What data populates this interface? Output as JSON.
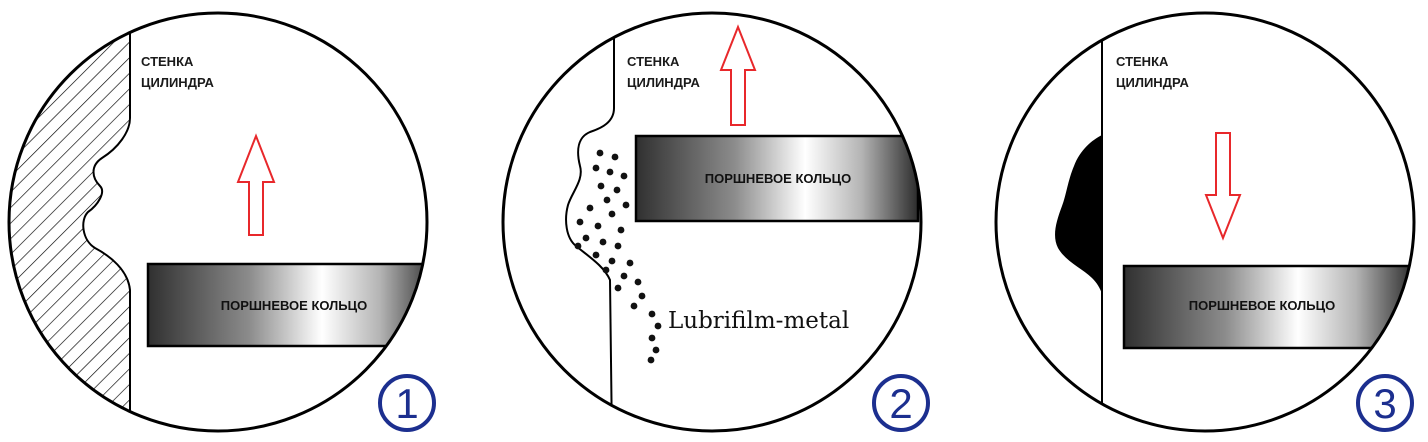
{
  "panels": [
    {
      "wall_label_line1": "СТЕНКА",
      "wall_label_line2": "ЦИЛИНДРА",
      "ring_label": "ПОРШНЕВОЕ КОЛЬЦО",
      "step": "1"
    },
    {
      "wall_label_line1": "СТЕНКА",
      "wall_label_line2": "ЦИЛИНДРА",
      "ring_label": "ПОРШНЕВОЕ КОЛЬЦО",
      "step": "2",
      "film_label": "Lubrifilm-metal"
    },
    {
      "wall_label_line1": "СТЕНКА",
      "wall_label_line2": "ЦИЛИНДРА",
      "ring_label": "ПОРШНЕВОЕ КОЛЬЦО",
      "step": "3"
    }
  ],
  "colors": {
    "arrow": "#e8282b",
    "step_badge": "#1c2f8f",
    "outline": "#000000"
  },
  "icons": {
    "arrow_up": "arrow-up-icon",
    "arrow_down": "arrow-down-icon"
  }
}
